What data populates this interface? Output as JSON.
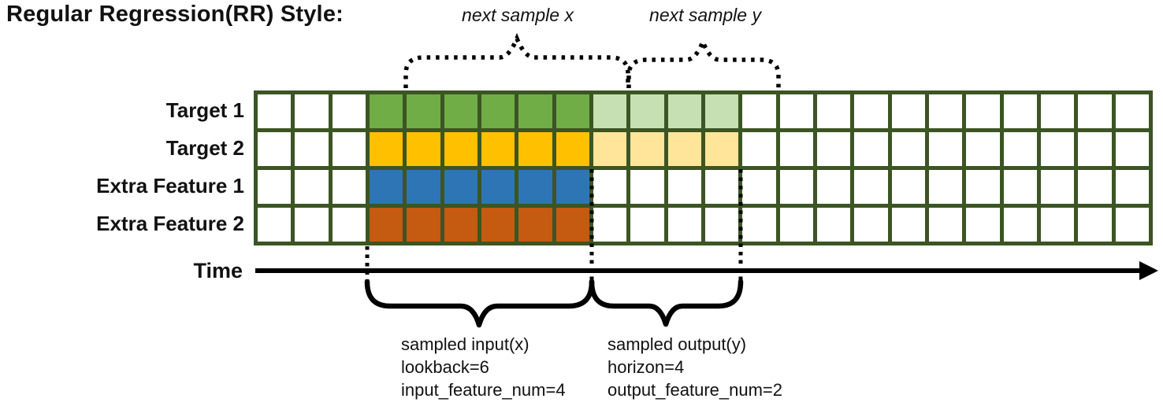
{
  "title": "Regular Regression(RR) Style:",
  "colors": {
    "grid_border": "#3b5523",
    "target1_input": "#70AD47",
    "target1_output": "#C6E0B4",
    "target2_input": "#FFC000",
    "target2_output": "#FFE599",
    "extra1_input": "#2E75B6",
    "extra2_input": "#C55A11",
    "empty_cell": "#ffffff",
    "line_black": "#000000"
  },
  "grid": {
    "columns": 24,
    "lead_empty_cols": 3,
    "lookback_cols": 6,
    "horizon_cols": 4,
    "trail_empty_cols": 11,
    "rows": [
      {
        "label": "Target 1",
        "input_color": "#70AD47",
        "output_color": "#C6E0B4"
      },
      {
        "label": "Target 2",
        "input_color": "#FFC000",
        "output_color": "#FFE599"
      },
      {
        "label": "Extra Feature 1",
        "input_color": "#2E75B6",
        "output_color": null
      },
      {
        "label": "Extra Feature 2",
        "input_color": "#C55A11",
        "output_color": null
      }
    ]
  },
  "annotations": {
    "next_sample_x": "next sample x",
    "next_sample_y": "next sample y",
    "time_label": "Time",
    "input_lines": [
      "sampled input(x)",
      "lookback=6",
      "input_feature_num=4"
    ],
    "output_lines": [
      "sampled output(y)",
      "horizon=4",
      "output_feature_num=2"
    ]
  }
}
